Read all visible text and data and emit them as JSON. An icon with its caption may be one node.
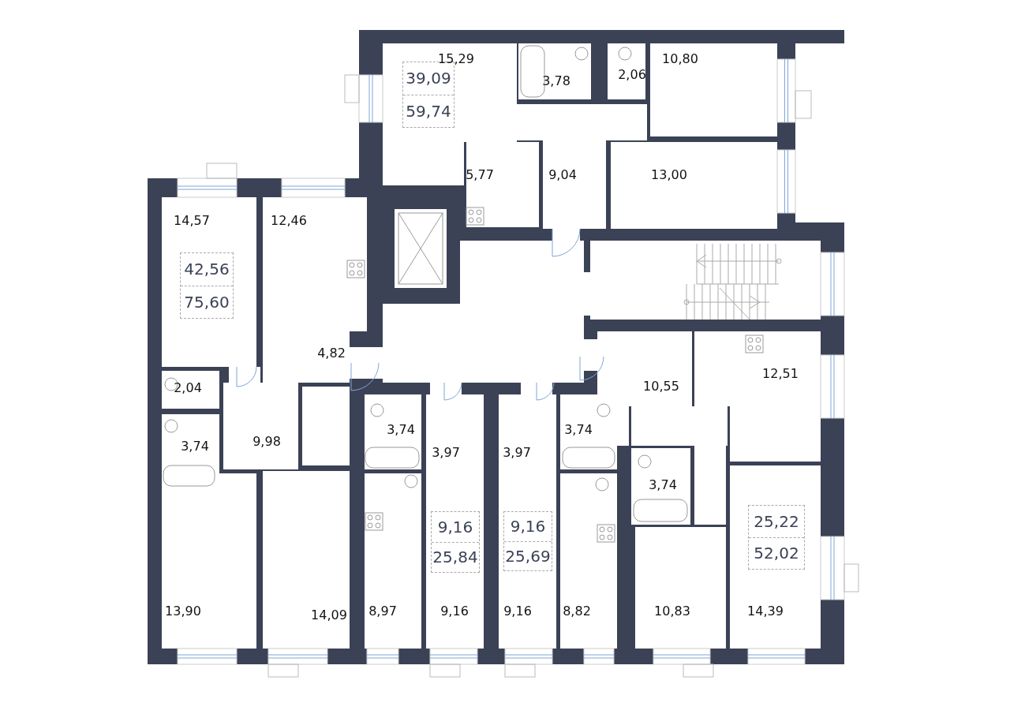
{
  "diagram": {
    "nodes": [
      {
        "text": [
          "39,09",
          "59,74"
        ]
      },
      {
        "text": [
          "42,56",
          "75,60"
        ]
      },
      {
        "text": [
          "9,16",
          "25,84"
        ]
      },
      {
        "text": [
          "9,16",
          "25,69"
        ]
      },
      {
        "text": [
          "25,22",
          "52,02"
        ]
      }
    ],
    "labels": [
      "15,29",
      "3,78",
      "2,06",
      "10,80",
      "5,77",
      "9,04",
      "13,00",
      "14,57",
      "12,46",
      "4,82",
      "12,51",
      "2,04",
      "10,55",
      "3,74",
      "3,74",
      "3,97",
      "3,97",
      "3,74",
      "9,98",
      "3,74",
      "13,90",
      "14,09",
      "8,97",
      "9,16",
      "9,16",
      "8,82",
      "10,83",
      "14,39"
    ]
  }
}
